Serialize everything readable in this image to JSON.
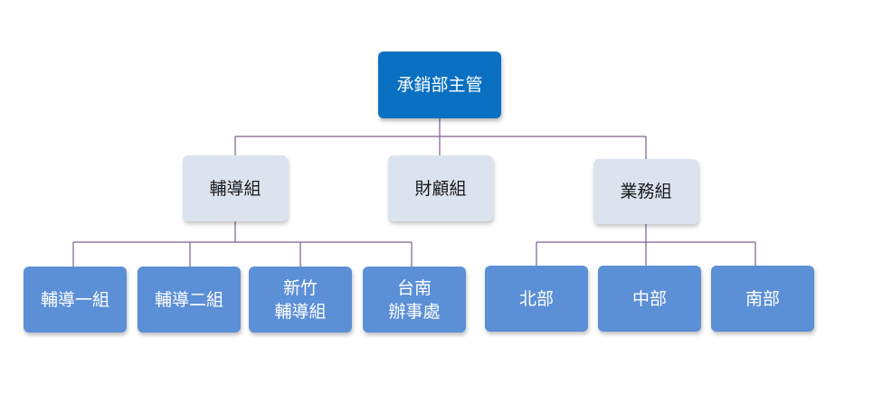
{
  "org_chart": {
    "root": {
      "label": "承銷部主管"
    },
    "groups": {
      "guidance": {
        "label": "輔導組"
      },
      "finance": {
        "label": "財顧組"
      },
      "sales": {
        "label": "業務組"
      }
    },
    "units": {
      "guidance_1": {
        "label": "輔導一組"
      },
      "guidance_2": {
        "label": "輔導二組"
      },
      "hsinchu": {
        "label": "新竹\n輔導組"
      },
      "tainan": {
        "label": "台南\n辦事處"
      },
      "north": {
        "label": "北部"
      },
      "central": {
        "label": "中部"
      },
      "south": {
        "label": "南部"
      }
    },
    "colors": {
      "root_fill": "#0a70c2",
      "group_fill": "#dbe3ef",
      "unit_fill": "#5b8fd6",
      "connector": "#7b5f91"
    }
  }
}
